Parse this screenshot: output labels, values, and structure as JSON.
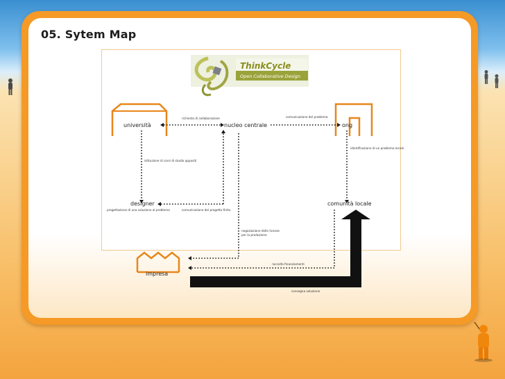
{
  "slide": {
    "title": "05. Sytem Map"
  },
  "logo": {
    "title": "ThinkCycle",
    "subtitle": "Open Collaborative Design"
  },
  "nodes": {
    "universita": "università",
    "nucleo": "nucleo centrale",
    "ong": "ong",
    "designer": "designer",
    "comunita": "comunità locale",
    "impresa": "impresa"
  },
  "annotations": {
    "richiesta": "richiesta di collaborazione",
    "comunicazione_problema": "comunicazione del problema",
    "identificazione": "identificazione di un problema locale",
    "istituzione": "istituzione di corsi di studio appositi",
    "progettazione": "progettazione di una soluzione al problema",
    "comunicazione_progetto": "comunicazione del progetto finito",
    "negoziazione_1": "negoziazione delle licenze",
    "negoziazione_2": "per la produzione",
    "raccolta": "raccolta finanziamenti",
    "consegna": "consegna soluzione"
  },
  "colors": {
    "accent": "#f59a26",
    "node_outline": "#e8861a",
    "connector": "#1a1a1a"
  }
}
